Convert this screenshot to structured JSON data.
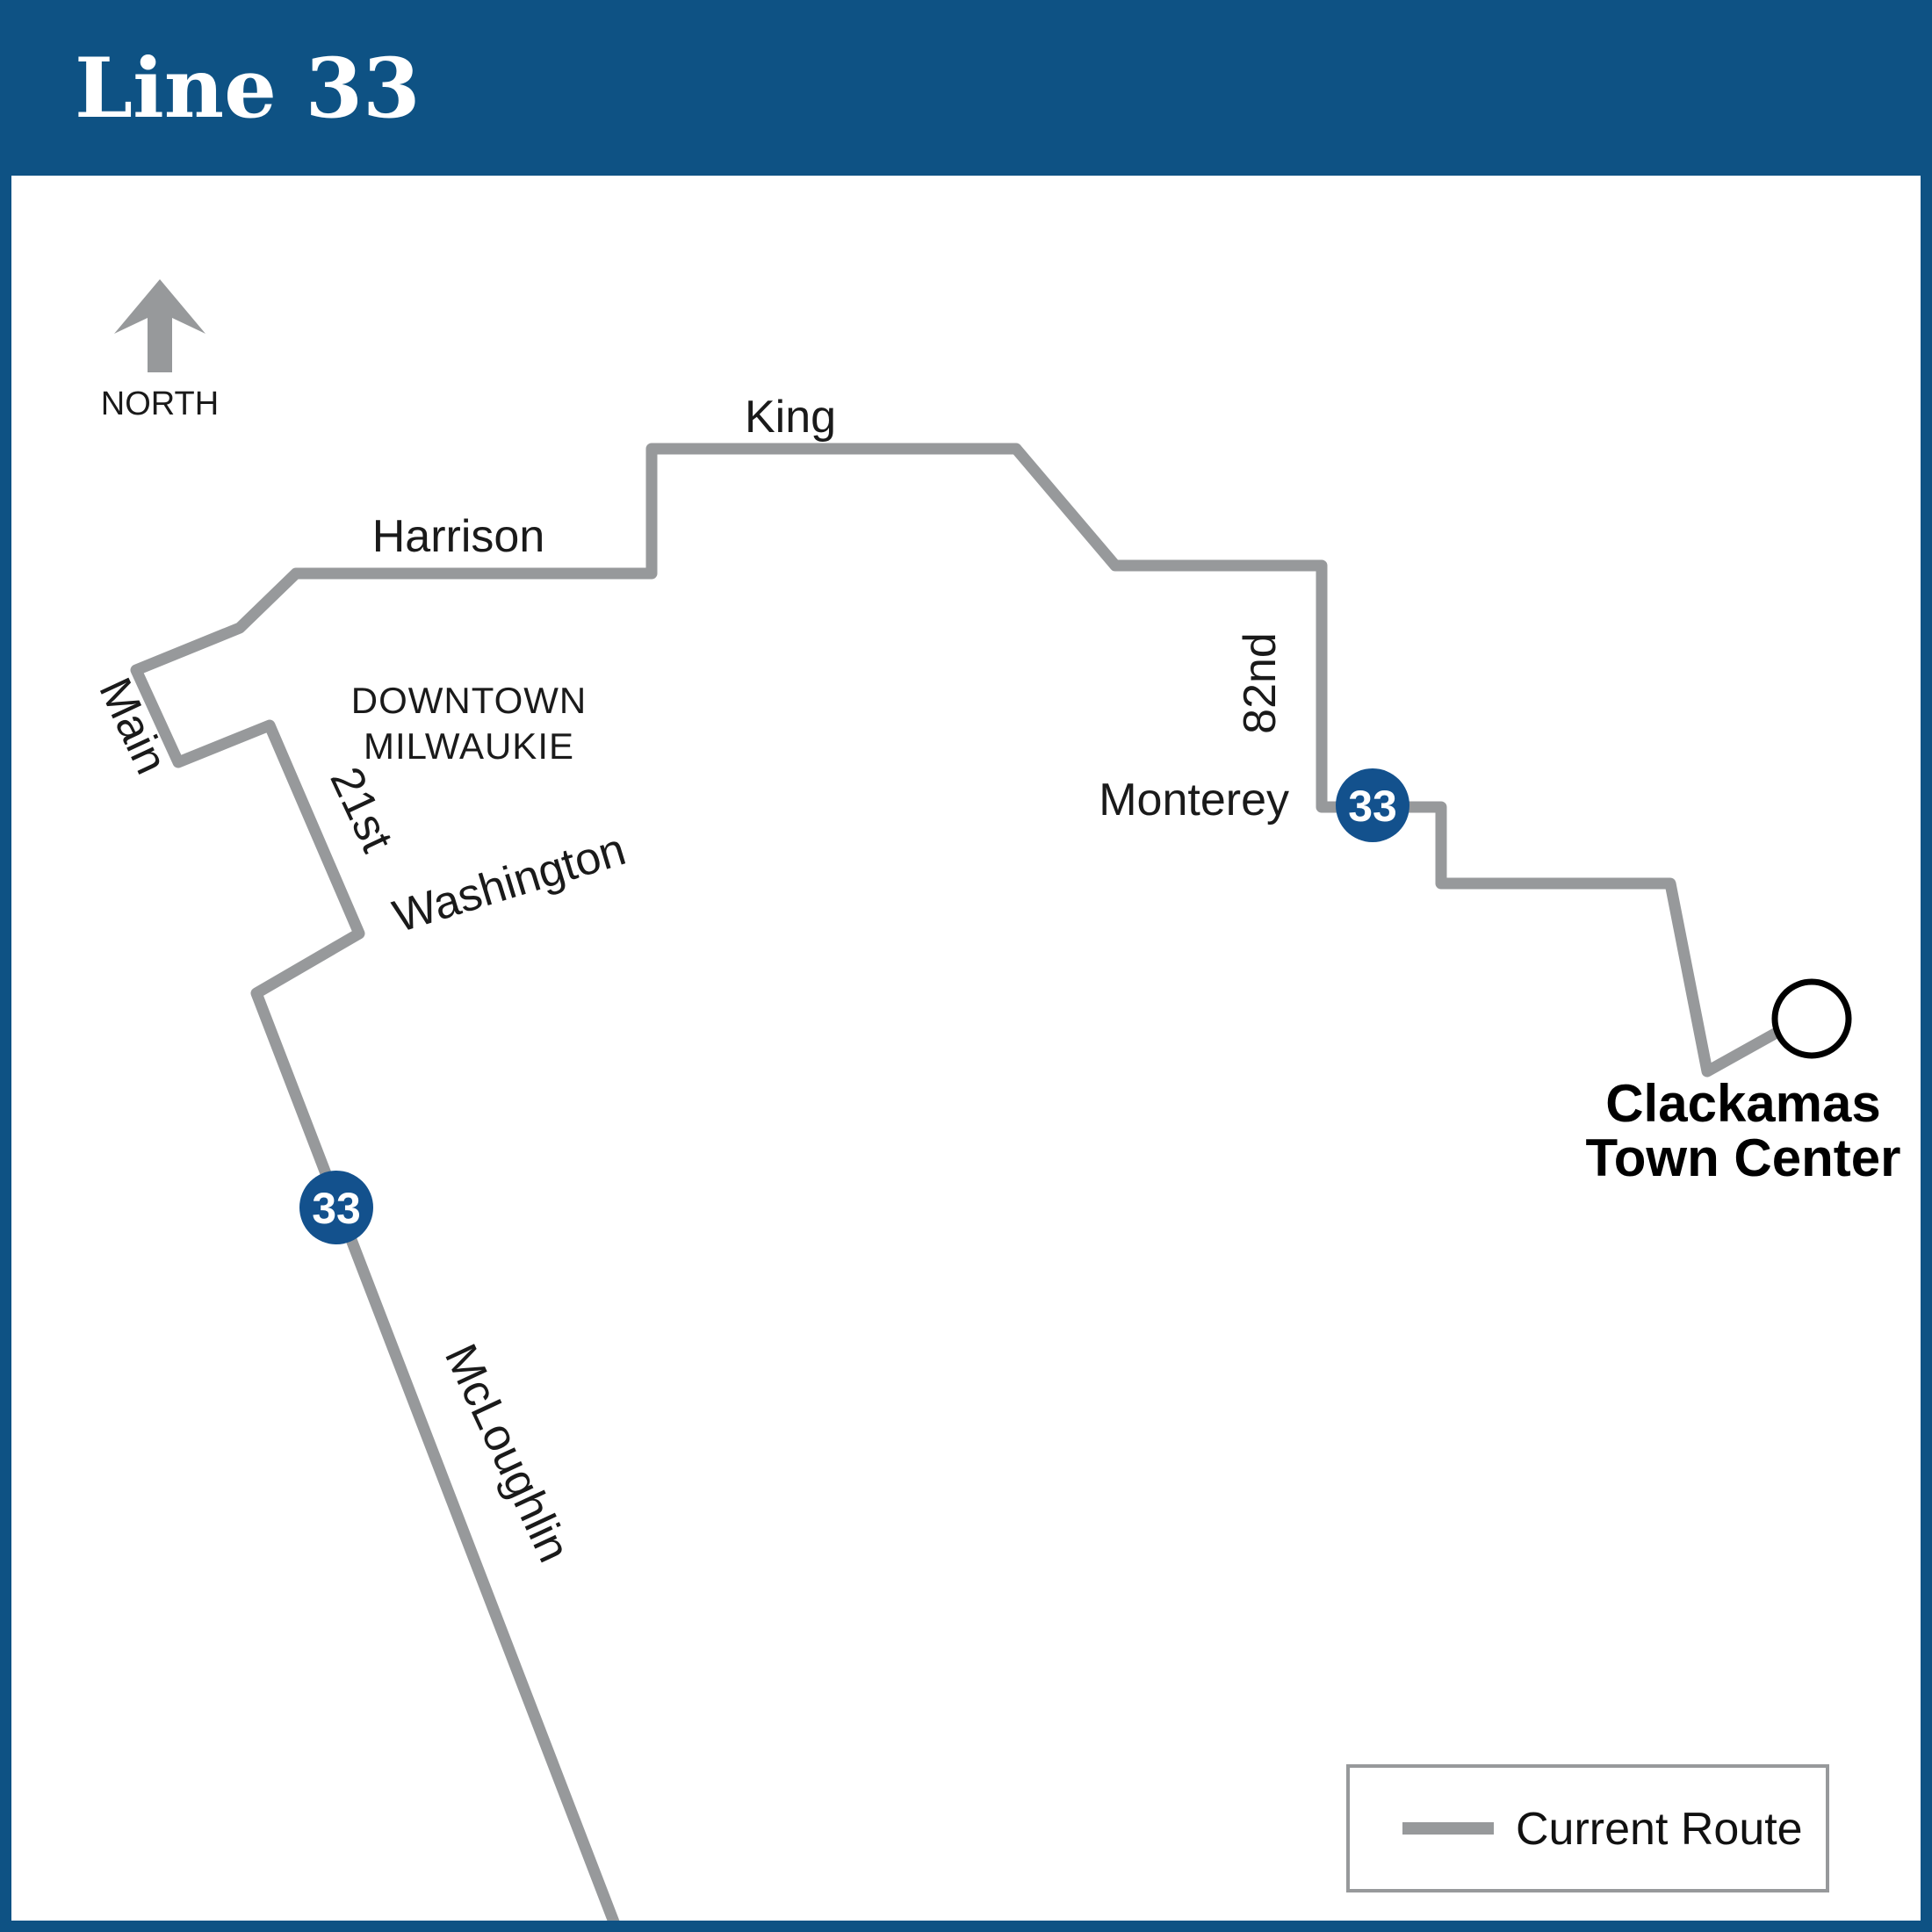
{
  "title": "Line 33",
  "colors": {
    "header_blue": "#0E5284",
    "badge_blue": "#13518D",
    "route_gray": "#97999B",
    "legend_border_gray": "#97999B",
    "terminus_stroke": "#000000",
    "map_background": "#FFFFFF"
  },
  "map": {
    "north_label": "NORTH",
    "area_label_line1": "DOWNTOWN",
    "area_label_line2": "MILWAUKIE",
    "streets": {
      "king": "King",
      "harrison": "Harrison",
      "main": "Main",
      "twenty_first": "21st",
      "washington": "Washington",
      "mcloughlin": "McLoughlin",
      "eighty_second": "82nd",
      "monterey": "Monterey"
    },
    "terminus": {
      "line1": "Clackamas",
      "line2": "Town Center"
    },
    "route_badge": "33"
  },
  "legend": {
    "current_route": "Current Route"
  }
}
